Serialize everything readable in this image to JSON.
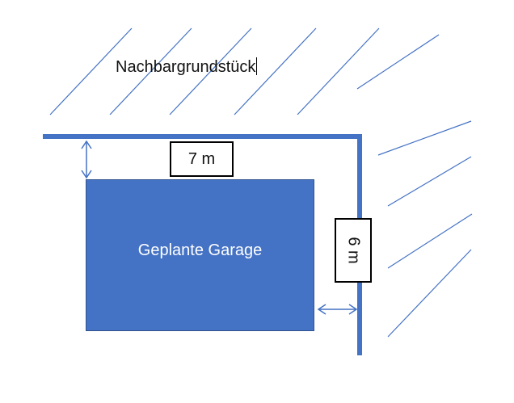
{
  "diagram": {
    "neighbor_label": "Nachbargrundstück",
    "garage_label": "Geplante Garage",
    "top_distance_label": "7 m",
    "side_distance_label": "6 m"
  },
  "colors": {
    "boundary": "#4472c4",
    "garage_fill": "#4472c4",
    "hatch": "#4472c4",
    "dimension_arrow": "#4472c4"
  }
}
